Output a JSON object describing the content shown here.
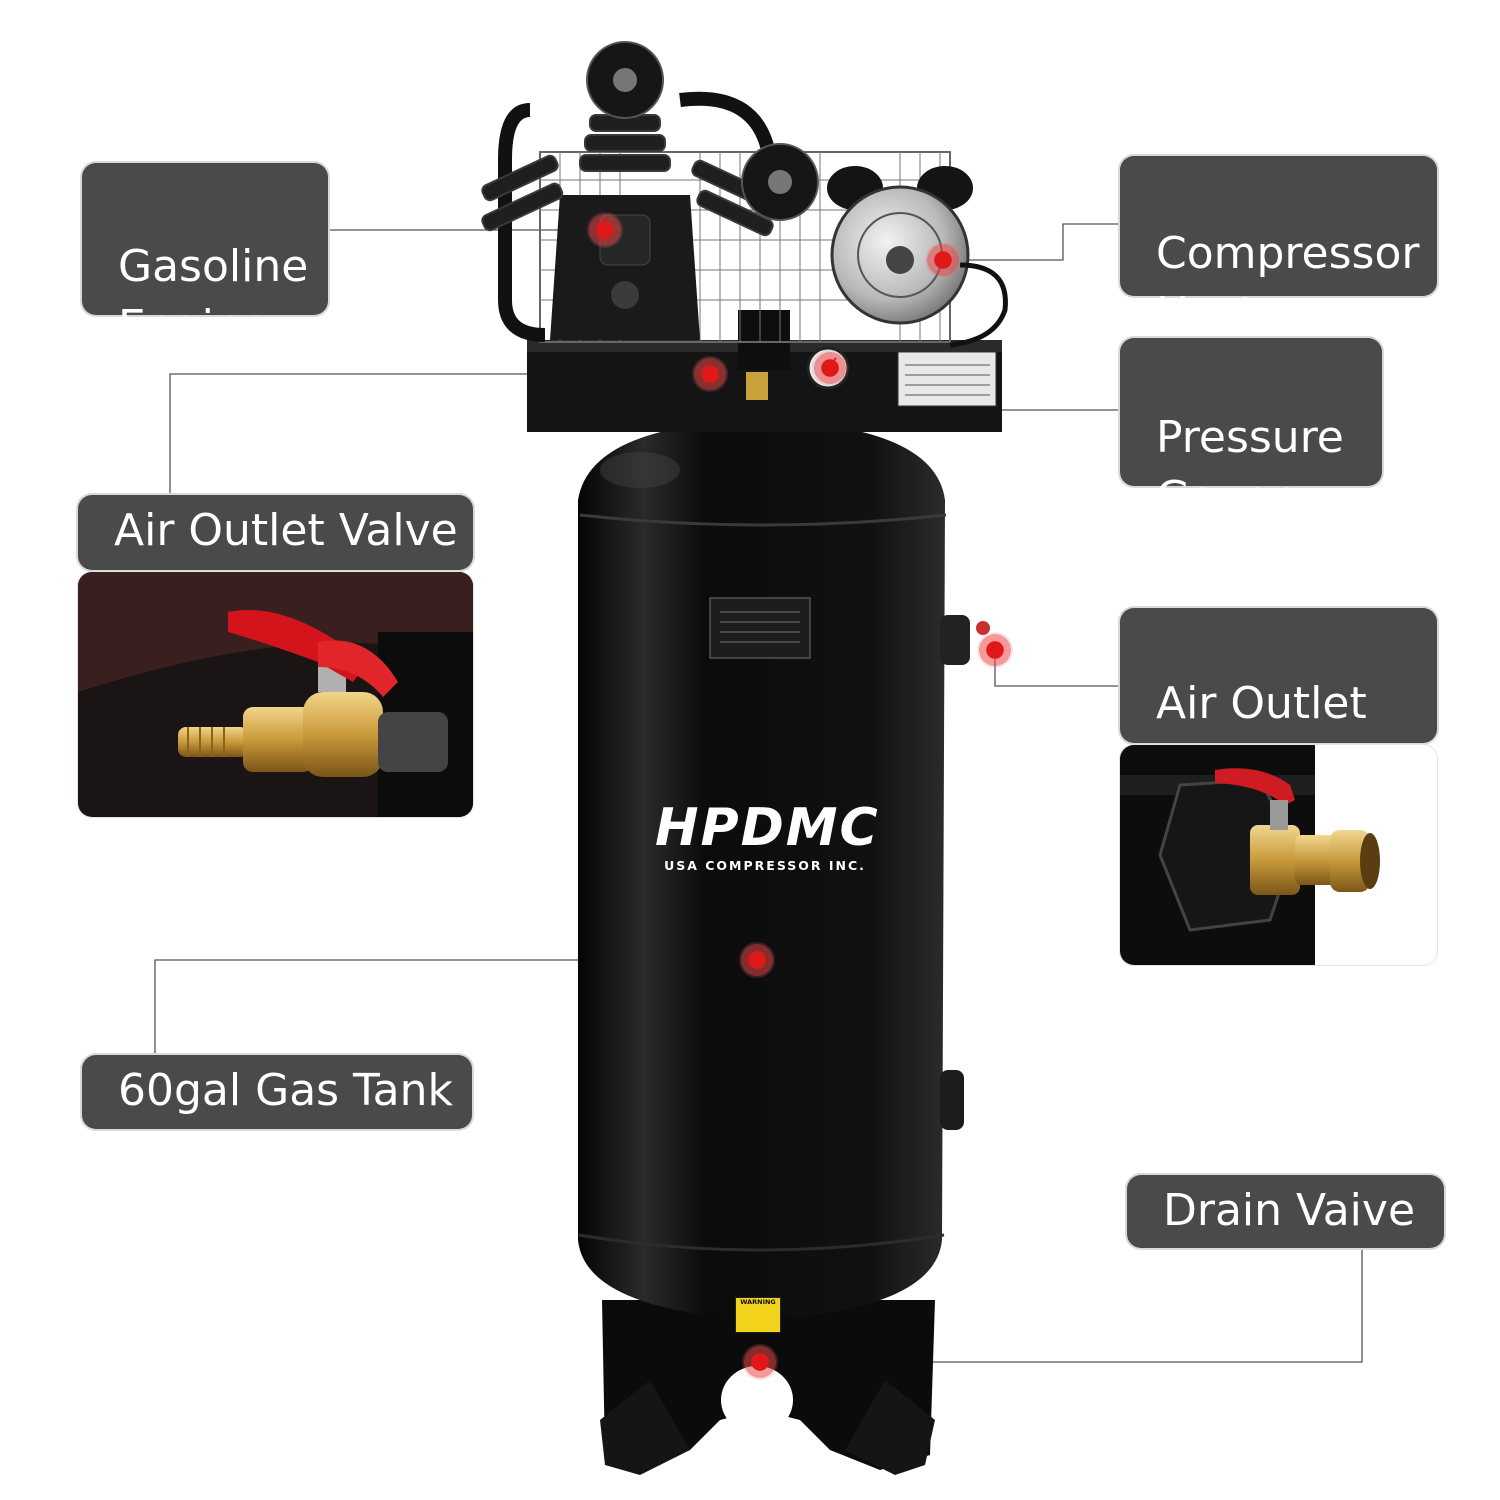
{
  "callouts": {
    "gasoline_engine": "Gasoline\nEngine",
    "compressor_host": "Compressor\nHost",
    "pressure_gauge": "Pressure\nGauge",
    "air_outlet_valve_left": "Air Outlet Valve",
    "air_outlet_valve_right": "Air Outlet\nValve",
    "gas_tank": "60gal Gas Tank",
    "drain_valve": "Drain Vaive"
  },
  "brand": {
    "logo_text": "HPDMC",
    "tagline": "USA COMPRESSOR INC."
  },
  "warning_label": "WARNING",
  "colors": {
    "label_bg": "#4a4a4a",
    "label_text": "#ffffff",
    "hotspot": "#e01818",
    "tank": "#0d0d0d"
  },
  "icons": [
    "hotspot-dot",
    "product-photo",
    "valve-detail-photo"
  ]
}
